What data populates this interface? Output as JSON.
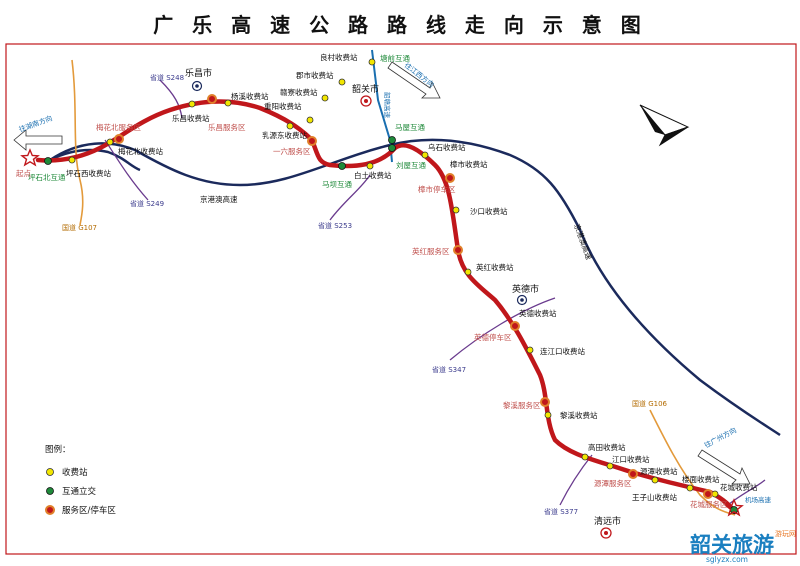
{
  "title": "广 乐 高 速 公 路 路 线 走 向 示 意 图",
  "legend": {
    "heading": "图例：",
    "toll_station": "收费站",
    "interchange": "互通立交",
    "service_area": "服务区/停车区"
  },
  "colors": {
    "main_route": "#c0171b",
    "expressway": "#1b2a5c",
    "state_road": "#6a3b8e",
    "national_road": "#e39a3b",
    "north_road": "#1a6fb0",
    "toll_fill": "#f2e600",
    "interchange_fill": "#1f8a3a",
    "service_ring": "#e0802a"
  },
  "cities": [
    "乐昌市",
    "韶关市",
    "英德市",
    "清远市"
  ],
  "toll_stations": [
    "良村收费站",
    "郡市收费站",
    "杨溪收费站",
    "赣寮收费站",
    "重阳收费站",
    "乐昌收费站",
    "乳源东收费站",
    "梅花北收费站",
    "坪石西收费站",
    "白土收费站",
    "乌石收费站",
    "樟市收费站",
    "沙口收费站",
    "英红收费站",
    "英德收费站",
    "连江口收费站",
    "黎溪收费站",
    "高田收费站",
    "江口收费站",
    "源潭收费站",
    "王子山收费站",
    "花城收费站",
    "楼面收费站"
  ],
  "interchanges": [
    "坪石北互通",
    "马坝互通",
    "刘屋互通",
    "马屋互通",
    "塘前互通"
  ],
  "service_areas": [
    "梅花北服务区",
    "乐昌服务区",
    "一六服务区",
    "樟市停车区",
    "英红服务区",
    "英德停车区",
    "黎溪服务区",
    "源潭服务区",
    "花城服务区"
  ],
  "roads": {
    "expressway": "京港澳高速",
    "expressway_vertical": "京港澳高速",
    "s248": "省道 S248",
    "s249": "省道 S249",
    "s253": "省道 S253",
    "s347": "省道 S347",
    "s377": "省道 S377",
    "g107": "国道 G107",
    "g106": "国道 G106",
    "north_dir": "往江西方向",
    "north_road_label": "韶赣高速",
    "airport": "机场高速"
  },
  "directions": {
    "to_hunan": "往湖南方向",
    "to_guangzhou": "往广州方向",
    "start": "起点"
  },
  "watermark": {
    "brand": "韶关旅游",
    "tag": "游玩网",
    "url": "sglyzx.com"
  }
}
